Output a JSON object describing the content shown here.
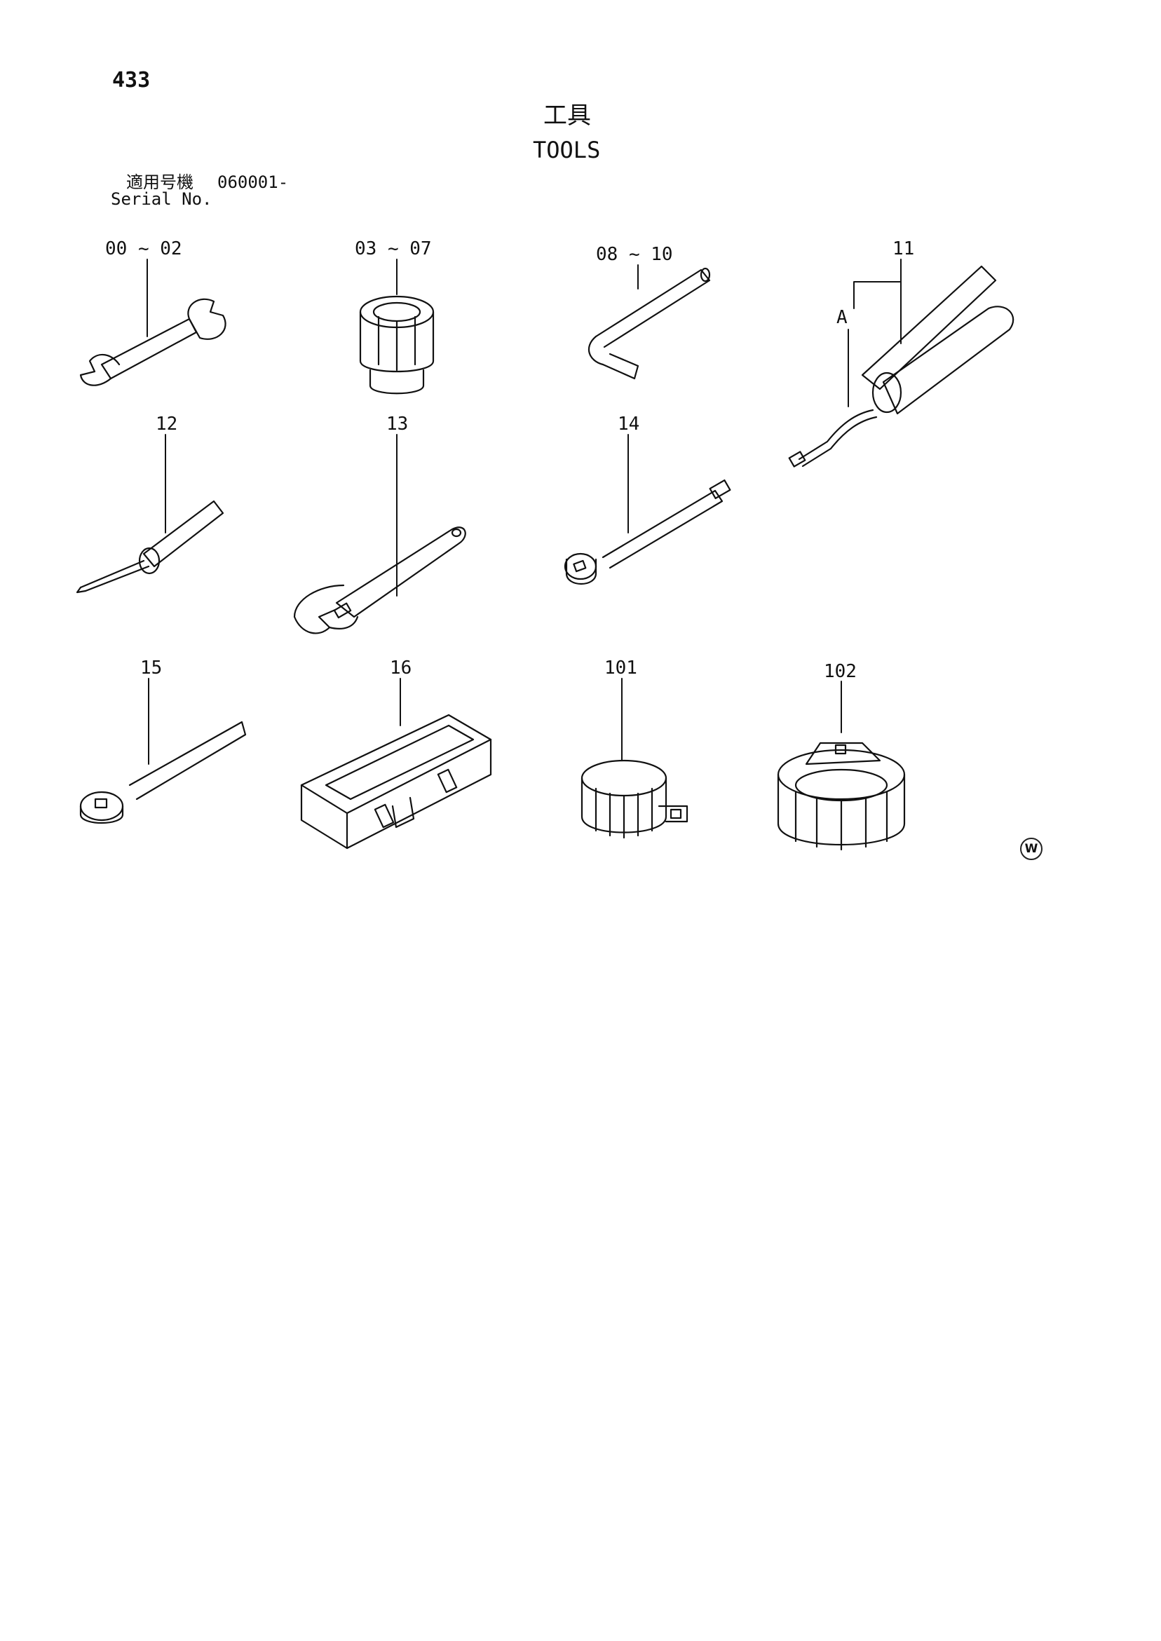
{
  "page": {
    "number": "433"
  },
  "title": {
    "ja": "工具",
    "en": "TOOLS"
  },
  "serial": {
    "label_ja": "適用号機",
    "label_en": "Serial No.",
    "value": "060001-"
  },
  "callouts": {
    "c00_02": "00 ~ 02",
    "c03_07": "03 ~ 07",
    "c08_10": "08 ~ 10",
    "c11": "11",
    "cA": "A",
    "c12": "12",
    "c13": "13",
    "c14": "14",
    "c15": "15",
    "c16": "16",
    "c101": "101",
    "c102": "102"
  },
  "watermark": "W"
}
